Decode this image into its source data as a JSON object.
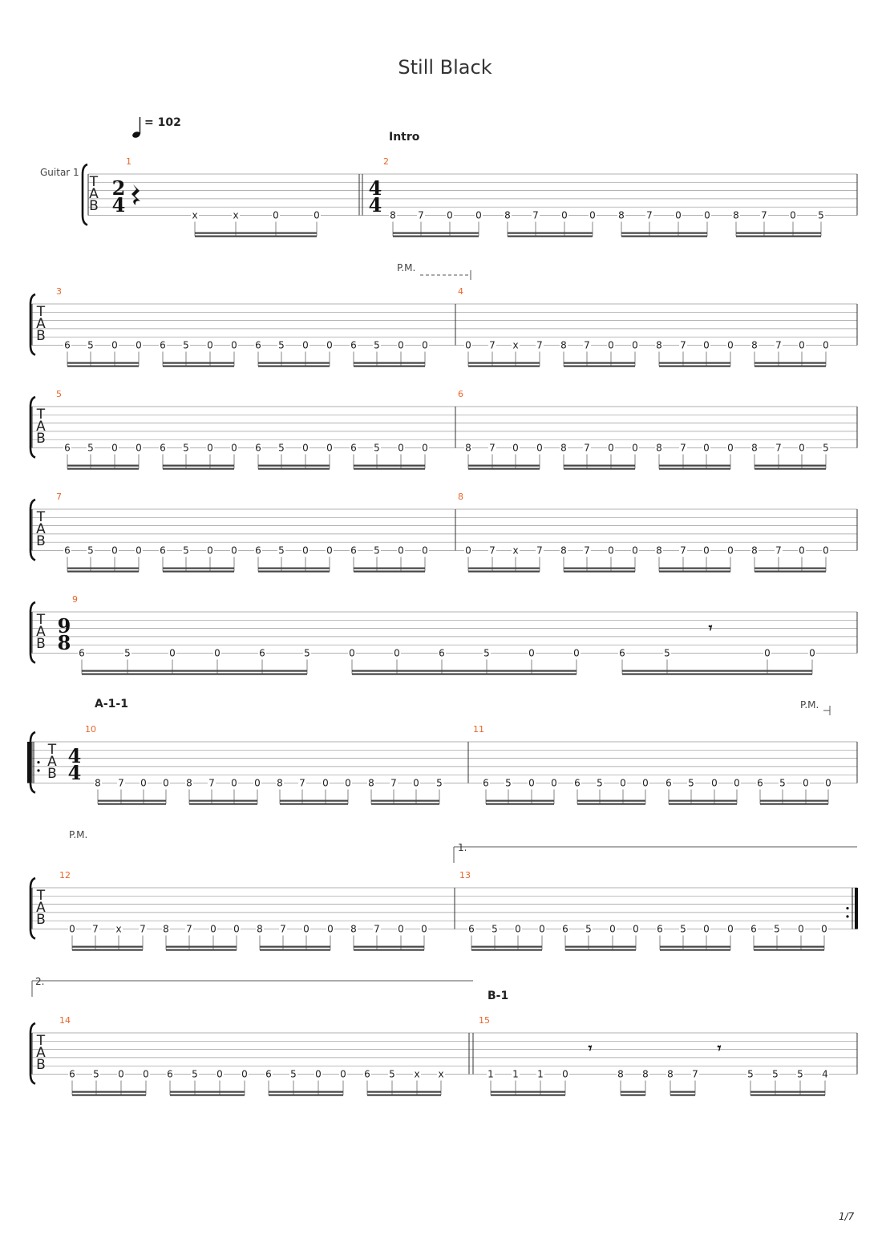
{
  "title": "Still Black",
  "tempo": {
    "value": "= 102"
  },
  "track_name": "Guitar 1",
  "tab_clef": [
    "T",
    "A",
    "B"
  ],
  "page_number": "1/7",
  "systems": [
    {
      "measures": [
        {
          "num": "1",
          "time_sig": [
            "2",
            "4"
          ],
          "rest": "quarter",
          "beam_groups": [
            [
              "x",
              "x",
              "0",
              "0"
            ]
          ]
        },
        {
          "num": "2",
          "time_sig": [
            "4",
            "4"
          ],
          "beam_groups": [
            [
              "8",
              "7",
              "0",
              "0"
            ],
            [
              "8",
              "7",
              "0",
              "0"
            ],
            [
              "8",
              "7",
              "0",
              "0"
            ],
            [
              "8",
              "7",
              "0",
              "5"
            ]
          ]
        }
      ],
      "annotations": [
        {
          "kind": "section",
          "text": "Intro"
        }
      ]
    },
    {
      "measures": [
        {
          "num": "3",
          "beam_groups": [
            [
              "6",
              "5",
              "0",
              "0"
            ],
            [
              "6",
              "5",
              "0",
              "0"
            ],
            [
              "6",
              "5",
              "0",
              "0"
            ],
            [
              "6",
              "5",
              "0",
              "0"
            ]
          ]
        },
        {
          "num": "4",
          "beam_groups": [
            [
              "0",
              "7",
              "x",
              "7"
            ],
            [
              "8",
              "7",
              "0",
              "0"
            ],
            [
              "8",
              "7",
              "0",
              "0"
            ],
            [
              "8",
              "7",
              "0",
              "0"
            ]
          ]
        }
      ],
      "annotations": [
        {
          "kind": "pm",
          "text": "P.M."
        }
      ]
    },
    {
      "measures": [
        {
          "num": "5",
          "beam_groups": [
            [
              "6",
              "5",
              "0",
              "0"
            ],
            [
              "6",
              "5",
              "0",
              "0"
            ],
            [
              "6",
              "5",
              "0",
              "0"
            ],
            [
              "6",
              "5",
              "0",
              "0"
            ]
          ]
        },
        {
          "num": "6",
          "beam_groups": [
            [
              "8",
              "7",
              "0",
              "0"
            ],
            [
              "8",
              "7",
              "0",
              "0"
            ],
            [
              "8",
              "7",
              "0",
              "0"
            ],
            [
              "8",
              "7",
              "0",
              "5"
            ]
          ]
        }
      ]
    },
    {
      "measures": [
        {
          "num": "7",
          "beam_groups": [
            [
              "6",
              "5",
              "0",
              "0"
            ],
            [
              "6",
              "5",
              "0",
              "0"
            ],
            [
              "6",
              "5",
              "0",
              "0"
            ],
            [
              "6",
              "5",
              "0",
              "0"
            ]
          ]
        },
        {
          "num": "8",
          "beam_groups": [
            [
              "0",
              "7",
              "x",
              "7"
            ],
            [
              "8",
              "7",
              "0",
              "0"
            ],
            [
              "8",
              "7",
              "0",
              "0"
            ],
            [
              "8",
              "7",
              "0",
              "0"
            ]
          ]
        }
      ]
    },
    {
      "measures": [
        {
          "num": "9",
          "time_sig": [
            "9",
            "8"
          ],
          "beam_groups": [
            [
              "6",
              "5",
              "0",
              "0",
              "6",
              "5"
            ],
            [
              "0",
              "0",
              "6",
              "5",
              "0",
              "0"
            ],
            [
              "6",
              "5",
              "",
              "",
              "0",
              "0"
            ]
          ],
          "rest": "eighth"
        }
      ]
    },
    {
      "measures": [
        {
          "num": "10",
          "time_sig": [
            "4",
            "4"
          ],
          "repeat_start": true,
          "beam_groups": [
            [
              "8",
              "7",
              "0",
              "0"
            ],
            [
              "8",
              "7",
              "0",
              "0"
            ],
            [
              "8",
              "7",
              "0",
              "0"
            ],
            [
              "8",
              "7",
              "0",
              "5"
            ]
          ]
        },
        {
          "num": "11",
          "beam_groups": [
            [
              "6",
              "5",
              "0",
              "0"
            ],
            [
              "6",
              "5",
              "0",
              "0"
            ],
            [
              "6",
              "5",
              "0",
              "0"
            ],
            [
              "6",
              "5",
              "0",
              "0"
            ]
          ]
        }
      ],
      "annotations": [
        {
          "kind": "section",
          "text": "A-1-1"
        },
        {
          "kind": "pm",
          "text": "P.M."
        }
      ]
    },
    {
      "measures": [
        {
          "num": "12",
          "beam_groups": [
            [
              "0",
              "7",
              "x",
              "7"
            ],
            [
              "8",
              "7",
              "0",
              "0"
            ],
            [
              "8",
              "7",
              "0",
              "0"
            ],
            [
              "8",
              "7",
              "0",
              "0"
            ]
          ]
        },
        {
          "num": "13",
          "repeat_end": true,
          "volta": "1.",
          "beam_groups": [
            [
              "6",
              "5",
              "0",
              "0"
            ],
            [
              "6",
              "5",
              "0",
              "0"
            ],
            [
              "6",
              "5",
              "0",
              "0"
            ],
            [
              "6",
              "5",
              "0",
              "0"
            ]
          ]
        }
      ],
      "annotations": [
        {
          "kind": "pm",
          "text": "P.M."
        }
      ]
    },
    {
      "measures": [
        {
          "num": "14",
          "volta": "2.",
          "beam_groups": [
            [
              "6",
              "5",
              "0",
              "0"
            ],
            [
              "6",
              "5",
              "0",
              "0"
            ],
            [
              "6",
              "5",
              "0",
              "0"
            ],
            [
              "6",
              "5",
              "x",
              "x"
            ]
          ]
        },
        {
          "num": "15",
          "beam_groups": [
            [
              "1",
              "1",
              "1",
              "0"
            ],
            [
              "8",
              "8"
            ],
            [
              "8",
              "7"
            ],
            [
              "5",
              "5",
              "5",
              "4"
            ]
          ],
          "rests": "eighth x2"
        }
      ],
      "annotations": [
        {
          "kind": "section",
          "text": "B-1"
        }
      ]
    }
  ]
}
